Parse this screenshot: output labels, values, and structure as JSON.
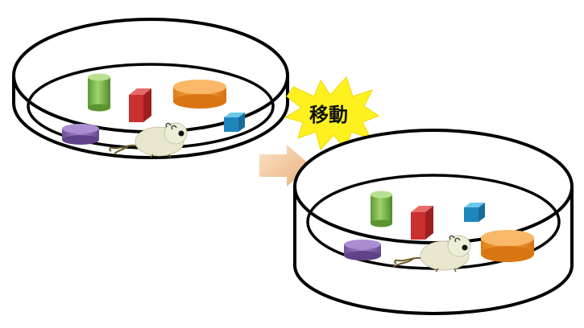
{
  "diagram": {
    "move_label": "移動",
    "before_arena": {
      "objects": [
        "green-cylinder",
        "red-box",
        "orange-disc",
        "blue-cube",
        "purple-disc",
        "mouse"
      ]
    },
    "after_arena": {
      "objects": [
        "green-cylinder",
        "red-box",
        "blue-cube",
        "purple-disc",
        "orange-disc",
        "mouse"
      ]
    },
    "colors": {
      "green": "#7db84a",
      "red": "#d23a3a",
      "orange": "#f39a2e",
      "blue": "#2e9ed6",
      "purple": "#8c6bb5",
      "burst": "#ffef1a",
      "arrow": "#f6cfa6"
    }
  }
}
